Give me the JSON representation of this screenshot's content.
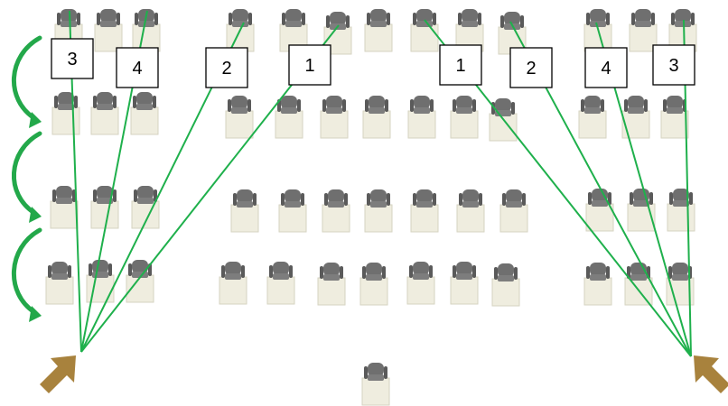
{
  "diagram": {
    "labels_left": [
      "3",
      "4",
      "2",
      "1"
    ],
    "labels_right": [
      "1",
      "2",
      "4",
      "3"
    ],
    "colors": {
      "line": "#1fb04c",
      "arrow": "#23a84a",
      "desk": "#efeddf",
      "desk_edge": "#d6d3c2",
      "chair": "#6f6f6f",
      "pointer": "#a8823d"
    },
    "icons": [
      "chair-icon",
      "desk-icon",
      "curved-arrow-icon",
      "pointer-arrow-icon"
    ]
  }
}
